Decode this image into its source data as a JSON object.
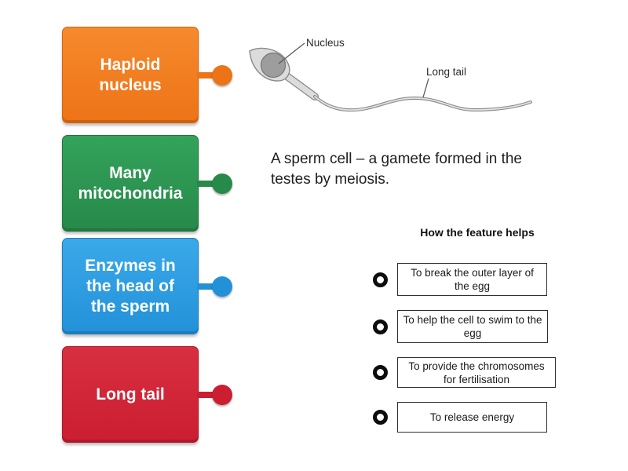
{
  "features": [
    {
      "label": "Haploid nucleus",
      "color_top": "#f68a2d",
      "color_bottom": "#ed7317",
      "border": "#d76409"
    },
    {
      "label": "Many mitochondria",
      "color_top": "#33a35a",
      "color_bottom": "#27894a",
      "border": "#20763f"
    },
    {
      "label": "Enzymes in the head of the sperm",
      "color_top": "#3aa9e9",
      "color_bottom": "#2391d8",
      "border": "#1d7fc0"
    },
    {
      "label": "Long tail",
      "color_top": "#d82f40",
      "color_bottom": "#cb1e31",
      "border": "#ad1728"
    }
  ],
  "diagram": {
    "nucleus_label": "Nucleus",
    "tail_label": "Long tail",
    "caption": "A sperm cell – a gamete formed in the testes by meiosis."
  },
  "answers": {
    "heading": "How the feature helps",
    "options": [
      "To break the outer layer of the egg",
      "To help the cell to swim to the egg",
      "To provide the chromosomes for fertilisation",
      "To release energy"
    ]
  }
}
